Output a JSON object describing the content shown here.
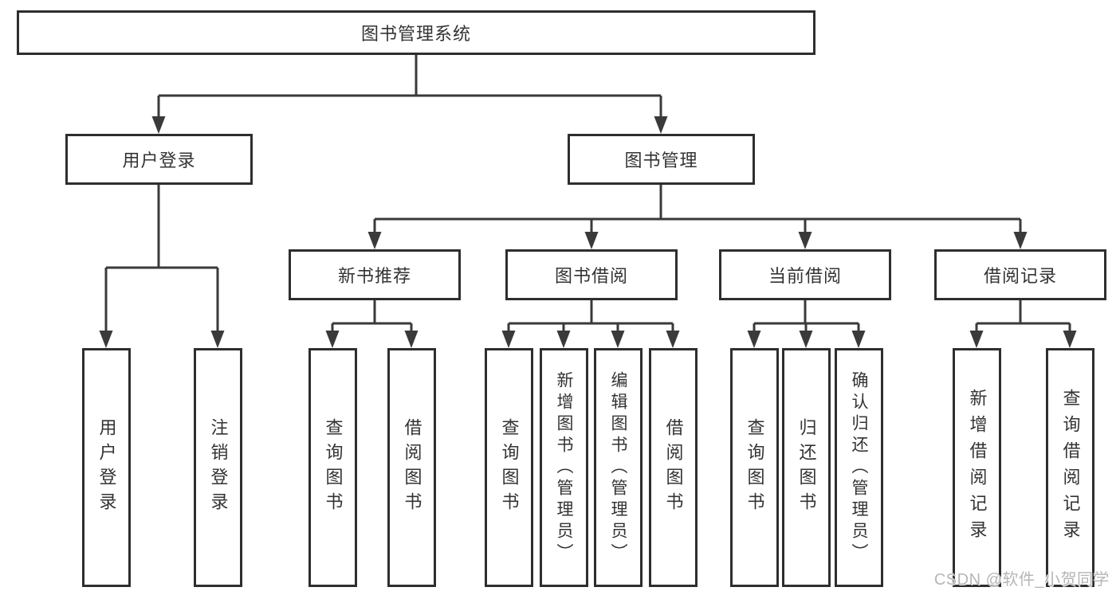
{
  "nodes": {
    "root": {
      "label": "图书管理系统"
    },
    "l2": [
      {
        "label": "用户登录"
      },
      {
        "label": "图书管理"
      }
    ],
    "l3": [
      {
        "label": "新书推荐"
      },
      {
        "label": "图书借阅"
      },
      {
        "label": "当前借阅"
      },
      {
        "label": "借阅记录"
      }
    ],
    "l4": [
      {
        "label": "用户登录"
      },
      {
        "label": "注销登录"
      },
      {
        "label": "查询图书"
      },
      {
        "label": "借阅图书"
      },
      {
        "label": "查询图书"
      },
      {
        "label": "新增图书（管理员）"
      },
      {
        "label": "编辑图书（管理员）"
      },
      {
        "label": "借阅图书"
      },
      {
        "label": "查询图书"
      },
      {
        "label": "归还图书"
      },
      {
        "label": "确认归还（管理员）"
      },
      {
        "label": "新增借阅记录"
      },
      {
        "label": "查询借阅记录"
      }
    ]
  },
  "watermark": "CSDN @软件_小贺同学",
  "colors": {
    "line": "#3a3a3a",
    "box_border": "#2e2e2e",
    "text": "#333333",
    "watermark": "#b6b6b6",
    "background": "#ffffff"
  }
}
